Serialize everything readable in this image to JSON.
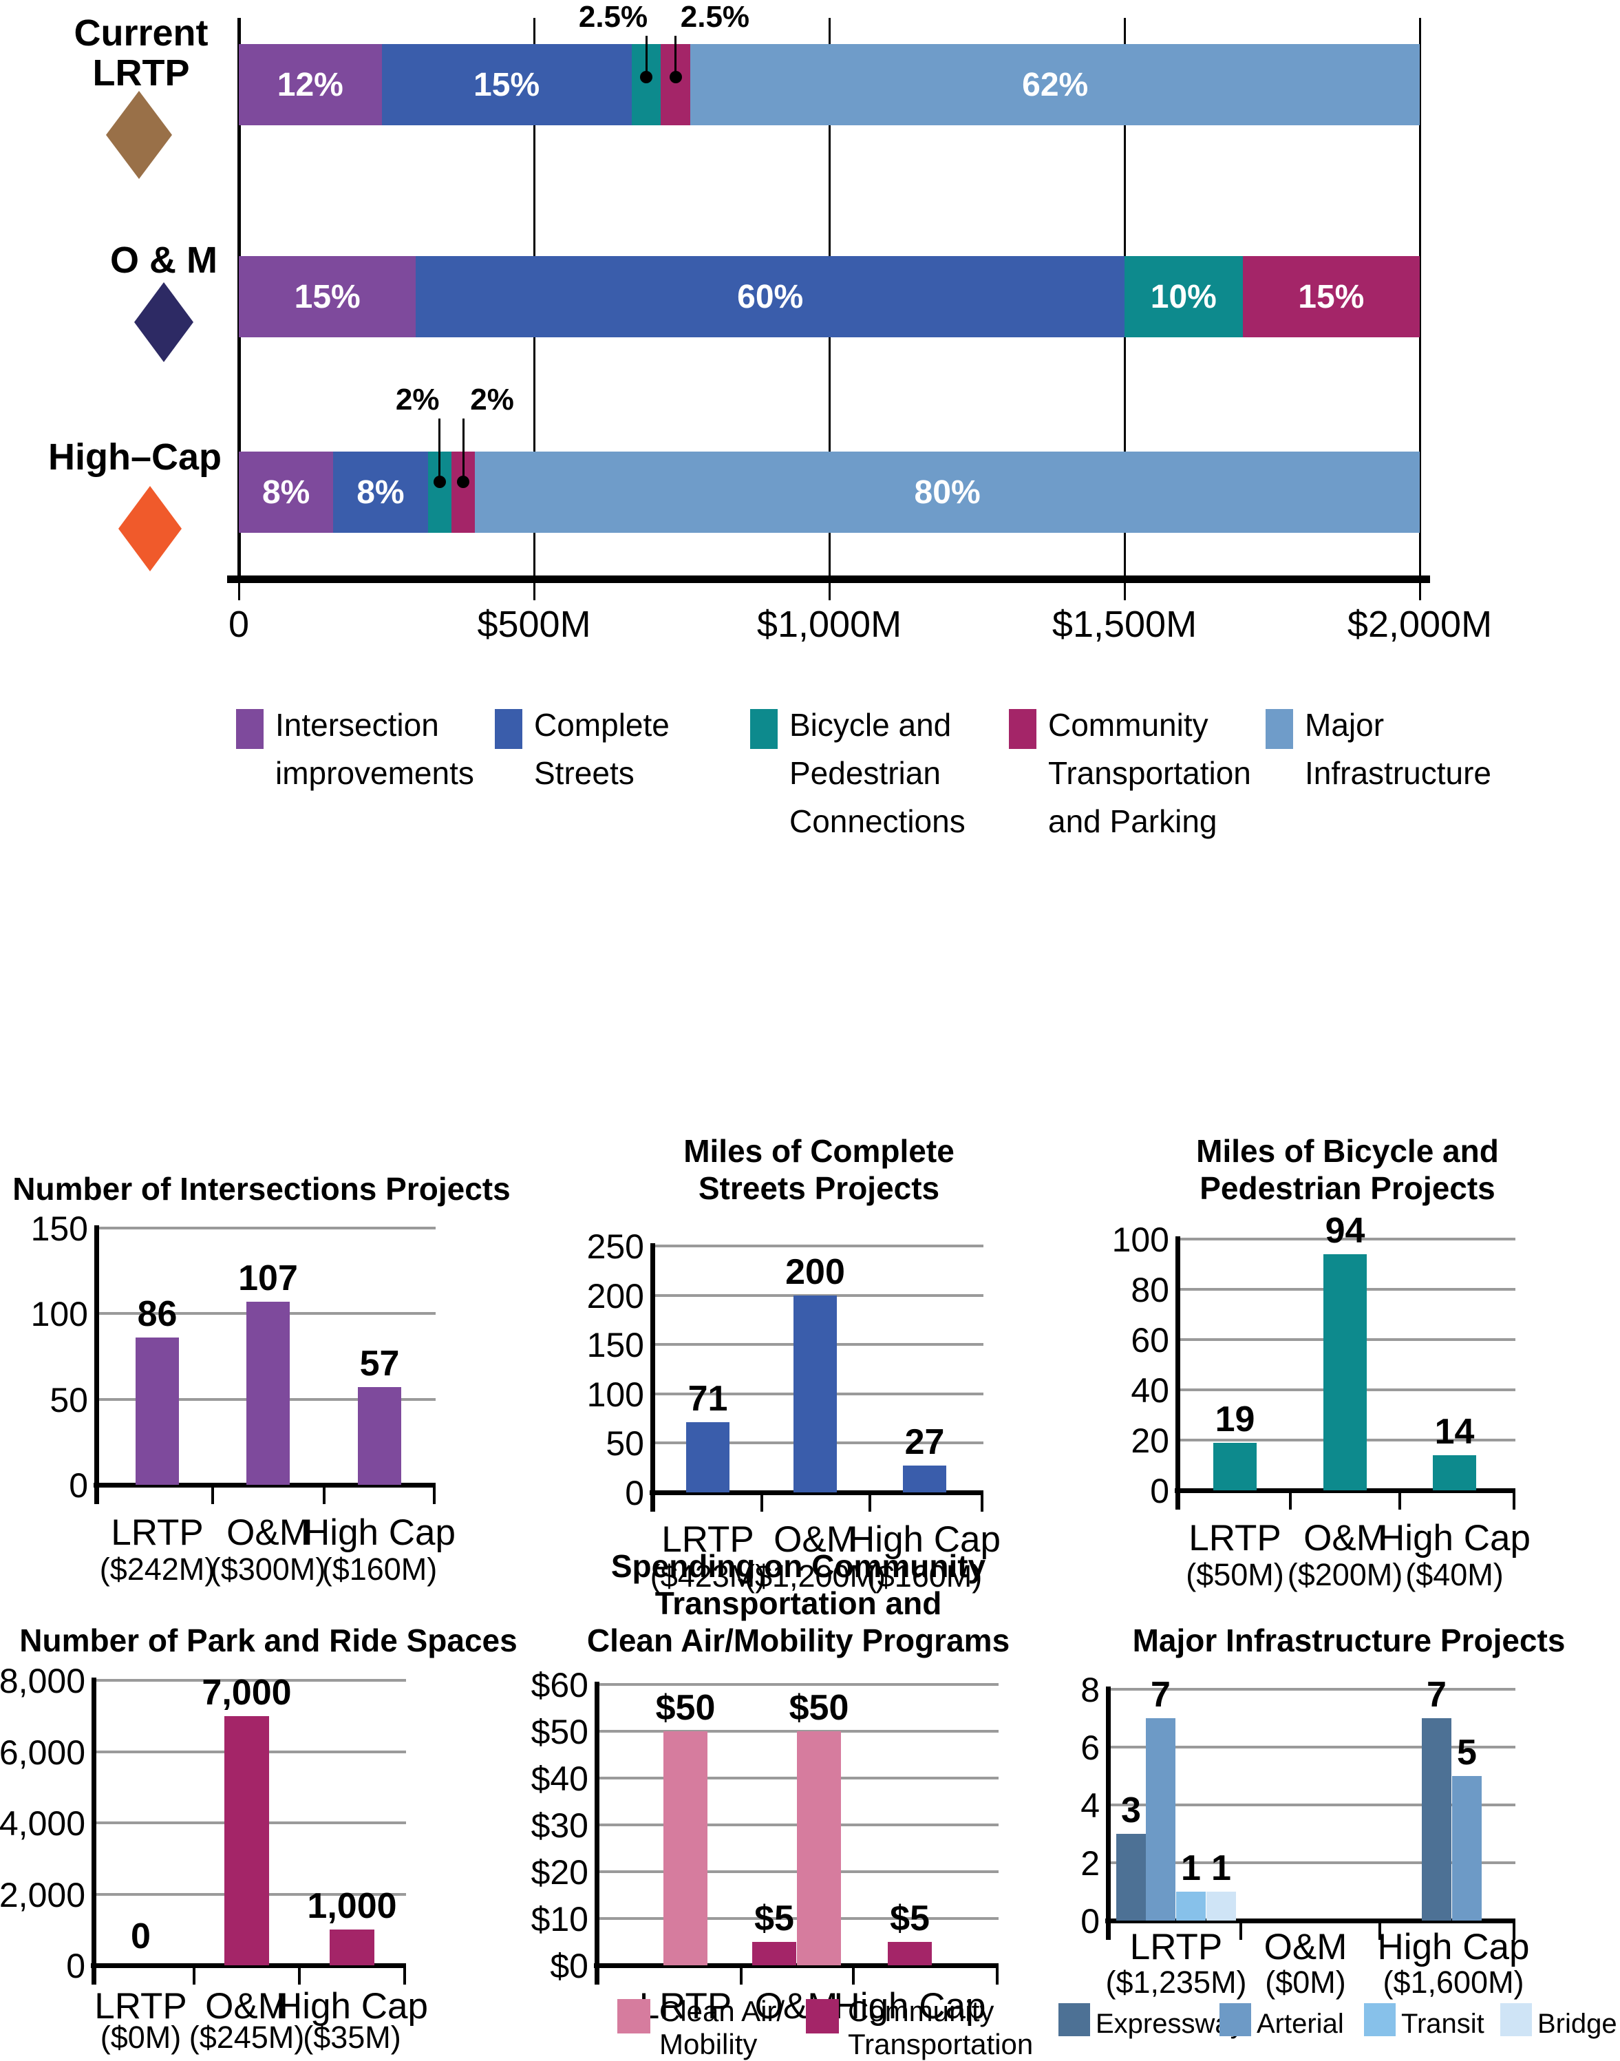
{
  "colors": {
    "purple": "#7e4a9c",
    "blue": "#3a5dab",
    "teal": "#0d8a8d",
    "magenta": "#a42568",
    "lightblue": "#6f9cc9",
    "pink": "#d67c9e",
    "expressway": "#4d7195",
    "arterial": "#6d9ac6",
    "transit": "#87c1ea",
    "bridge": "#cfe4f6",
    "brown": "#997048",
    "navy": "#2d2a64",
    "orange": "#f05a2b",
    "gridline": "#9a9a9a",
    "text": "#000000"
  },
  "chart_data": [
    {
      "id": "funding-mix",
      "type": "stacked-bar-horizontal",
      "x_axis": {
        "min": 0,
        "max": 2000,
        "tick_values": [
          0,
          500,
          1000,
          1500,
          2000
        ],
        "tick_labels": [
          "0",
          "$500M",
          "$1,000M",
          "$1,500M",
          "$2,000M"
        ]
      },
      "rows": [
        {
          "name": "Current LRTP",
          "label_lines": [
            "Current",
            "LRTP"
          ],
          "diamond_color": "brown",
          "segments": [
            {
              "color": "purple",
              "value": 242,
              "label": "12%"
            },
            {
              "color": "blue",
              "value": 423,
              "label": "15%"
            },
            {
              "color": "teal",
              "value": 50,
              "label": ""
            },
            {
              "color": "magenta",
              "value": 50,
              "label": ""
            },
            {
              "color": "lightblue",
              "value": 1235,
              "label": "62%"
            }
          ],
          "callouts": [
            {
              "segment": 2,
              "text": "2.5%"
            },
            {
              "segment": 3,
              "text": "2.5%"
            }
          ]
        },
        {
          "name": "O & M",
          "label_lines": [
            "O & M"
          ],
          "diamond_color": "navy",
          "segments": [
            {
              "color": "purple",
              "value": 300,
              "label": "15%"
            },
            {
              "color": "blue",
              "value": 1200,
              "label": "60%"
            },
            {
              "color": "teal",
              "value": 200,
              "label": "10%"
            },
            {
              "color": "magenta",
              "value": 300,
              "label": "15%"
            }
          ],
          "callouts": []
        },
        {
          "name": "High–Cap",
          "label_lines": [
            "High–Cap"
          ],
          "diamond_color": "orange",
          "segments": [
            {
              "color": "purple",
              "value": 160,
              "label": "8%"
            },
            {
              "color": "blue",
              "value": 160,
              "label": "8%"
            },
            {
              "color": "teal",
              "value": 40,
              "label": ""
            },
            {
              "color": "magenta",
              "value": 40,
              "label": ""
            },
            {
              "color": "lightblue",
              "value": 1600,
              "label": "80%"
            }
          ],
          "callouts": [
            {
              "segment": 2,
              "text": "2%"
            },
            {
              "segment": 3,
              "text": "2%"
            }
          ]
        }
      ],
      "legend": [
        {
          "color": "purple",
          "lines": [
            "Intersection",
            "improvements"
          ]
        },
        {
          "color": "blue",
          "lines": [
            "Complete",
            "Streets"
          ]
        },
        {
          "color": "teal",
          "lines": [
            "Bicycle and",
            "Pedestrian",
            "Connections"
          ]
        },
        {
          "color": "magenta",
          "lines": [
            "Community",
            "Transportation",
            "and Parking"
          ]
        },
        {
          "color": "lightblue",
          "lines": [
            "Major",
            "Infrastructure"
          ]
        }
      ]
    },
    {
      "id": "intersections",
      "type": "bar",
      "title_lines": [
        "Number of Intersections Projects"
      ],
      "bar_color": "purple",
      "ylim": [
        0,
        150
      ],
      "ytick_values": [
        150,
        100,
        50,
        0
      ],
      "ytick_labels": [
        "150",
        "100",
        "50",
        "0"
      ],
      "categories": [
        "LRTP",
        "O&M",
        "High Cap"
      ],
      "captions": [
        "($242M)",
        "($300M)",
        "($160M)"
      ],
      "values": [
        86,
        107,
        57
      ],
      "value_labels": [
        "86",
        "107",
        "57"
      ]
    },
    {
      "id": "complete-streets",
      "type": "bar",
      "title_lines": [
        "Miles of Complete",
        "Streets Projects"
      ],
      "bar_color": "blue",
      "ylim": [
        0,
        250
      ],
      "ytick_values": [
        250,
        200,
        150,
        100,
        50,
        0
      ],
      "ytick_labels": [
        "250",
        "200",
        "150",
        "100",
        "50",
        "0"
      ],
      "categories": [
        "LRTP",
        "O&M",
        "High Cap"
      ],
      "captions": [
        "($423M)",
        "($1,200M)",
        "($160M)"
      ],
      "values": [
        71,
        200,
        27
      ],
      "value_labels": [
        "71",
        "200",
        "27"
      ]
    },
    {
      "id": "bike-ped",
      "type": "bar",
      "title_lines": [
        "Miles of Bicycle and",
        "Pedestrian Projects"
      ],
      "bar_color": "teal",
      "ylim": [
        0,
        100
      ],
      "ytick_values": [
        100,
        80,
        60,
        40,
        20,
        0
      ],
      "ytick_labels": [
        "100",
        "80",
        "60",
        "40",
        "20",
        "0"
      ],
      "categories": [
        "LRTP",
        "O&M",
        "High Cap"
      ],
      "captions": [
        "($50M)",
        "($200M)",
        "($40M)"
      ],
      "values": [
        19,
        94,
        14
      ],
      "value_labels": [
        "19",
        "94",
        "14"
      ]
    },
    {
      "id": "park-ride",
      "type": "bar",
      "title_lines": [
        "Number of Park and Ride Spaces"
      ],
      "bar_color": "magenta",
      "ylim": [
        0,
        8000
      ],
      "ytick_values": [
        8000,
        6000,
        4000,
        2000,
        0
      ],
      "ytick_labels": [
        "8,000",
        "6,000",
        "4,000",
        "2,000",
        "0"
      ],
      "categories": [
        "LRTP",
        "O&M",
        "High Cap"
      ],
      "captions": [
        "($0M)",
        "($245M)",
        "($35M)"
      ],
      "values": [
        0,
        7000,
        1000
      ],
      "value_labels": [
        "0",
        "7,000",
        "1,000"
      ]
    },
    {
      "id": "community-cleanair",
      "type": "grouped-bar",
      "title_lines": [
        "Spending on Community",
        "Transportation and",
        "Clean Air/Mobility Programs"
      ],
      "ylim": [
        0,
        60
      ],
      "ytick_values": [
        60,
        50,
        40,
        30,
        20,
        10,
        0
      ],
      "ytick_labels": [
        "$60",
        "$50",
        "$40",
        "$30",
        "$20",
        "$10",
        "$0"
      ],
      "categories": [
        "LRTP",
        "O&M",
        "High Cap"
      ],
      "bars": [
        {
          "category": "LRTP",
          "series": "pink",
          "value": 50,
          "label": "$50"
        },
        {
          "category": "O&M",
          "series": "magenta",
          "value": 5,
          "label": "$5"
        },
        {
          "category": "O&M",
          "series": "pink",
          "value": 50,
          "label": "$50"
        },
        {
          "category": "High Cap",
          "series": "magenta",
          "value": 5,
          "label": "$5"
        }
      ],
      "legend": [
        {
          "color": "pink",
          "lines": [
            "Clean Air/",
            "Mobility"
          ]
        },
        {
          "color": "magenta",
          "lines": [
            "Community",
            "Transportation"
          ]
        }
      ]
    },
    {
      "id": "major-infrastructure",
      "type": "grouped-bar",
      "title_lines": [
        "Major Infrastructure Projects"
      ],
      "ylim": [
        0,
        8
      ],
      "ytick_values": [
        8,
        6,
        4,
        2,
        0
      ],
      "ytick_labels": [
        "8",
        "6",
        "4",
        "2",
        "0"
      ],
      "categories": [
        "LRTP",
        "O&M",
        "High Cap"
      ],
      "captions": [
        "($1,235M)",
        "($0M)",
        "($1,600M)"
      ],
      "bars": [
        {
          "category": "LRTP",
          "series": "expressway",
          "value": 3,
          "label": "3"
        },
        {
          "category": "LRTP",
          "series": "arterial",
          "value": 7,
          "label": "7"
        },
        {
          "category": "LRTP",
          "series": "transit",
          "value": 1,
          "label": "1"
        },
        {
          "category": "LRTP",
          "series": "bridge",
          "value": 1,
          "label": "1"
        },
        {
          "category": "High Cap",
          "series": "expressway",
          "value": 7,
          "label": "7"
        },
        {
          "category": "High Cap",
          "series": "arterial",
          "value": 5,
          "label": "5"
        }
      ],
      "legend": [
        {
          "color": "expressway",
          "label": "Expressway"
        },
        {
          "color": "arterial",
          "label": "Arterial"
        },
        {
          "color": "transit",
          "label": "Transit"
        },
        {
          "color": "bridge",
          "label": "Bridge"
        }
      ]
    }
  ]
}
